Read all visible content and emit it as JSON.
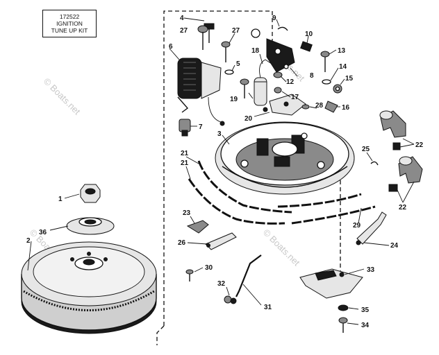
{
  "kit_box": {
    "line1": "172522",
    "line2": "IGNITION",
    "line3": "TUNE UP KIT"
  },
  "watermarks": [
    "© Boats.net",
    "© Boats.net",
    "© Boats.net",
    "© Boats.net"
  ],
  "callouts": {
    "c1": "1",
    "c2": "2",
    "c3": "3",
    "c4": "4",
    "c5": "5",
    "c6": "6",
    "c7": "7",
    "c8": "8",
    "c9": "9",
    "c10": "10",
    "c12": "12",
    "c13": "13",
    "c14": "14",
    "c15": "15",
    "c16": "16",
    "c17": "17",
    "c18": "18",
    "c19": "19",
    "c20": "20",
    "c21a": "21",
    "c21b": "21",
    "c22a": "22",
    "c22b": "22",
    "c23": "23",
    "c24": "24",
    "c25": "25",
    "c26": "26",
    "c27a": "27",
    "c27b": "27",
    "c28": "28",
    "c29": "29",
    "c30": "30",
    "c31": "31",
    "c32": "32",
    "c33": "33",
    "c34": "34",
    "c35": "35",
    "c36": "36"
  }
}
